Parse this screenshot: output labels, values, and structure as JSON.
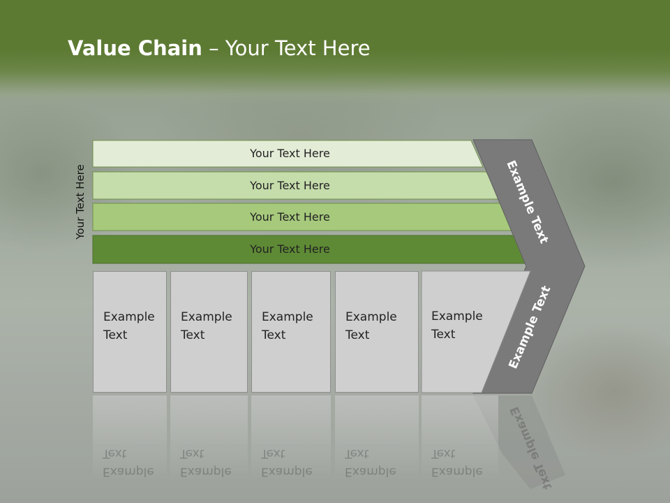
{
  "slide": {
    "title_bold": "Value Chain",
    "title_rest": " – Your Text Here",
    "side_label": "Your Text Here"
  },
  "bars": [
    {
      "label": "Your Text Here",
      "color": "#e3ecd6"
    },
    {
      "label": "Your Text Here",
      "color": "#c5dcab"
    },
    {
      "label": "Your Text Here",
      "color": "#a6c97c"
    },
    {
      "label": "Your Text Here",
      "color": "#5e8a35"
    }
  ],
  "boxes": [
    {
      "line1": "Example",
      "line2": "Text"
    },
    {
      "line1": "Example",
      "line2": "Text"
    },
    {
      "line1": "Example",
      "line2": "Text"
    },
    {
      "line1": "Example",
      "line2": "Text"
    },
    {
      "line1": "Example",
      "line2": "Text"
    }
  ],
  "chevron": {
    "upper_text": "Example Text",
    "lower_text": "Example Text",
    "color": "#7a7a7a"
  },
  "colors": {
    "header": "#5d7a33",
    "box_fill": "#cfcfcf"
  }
}
